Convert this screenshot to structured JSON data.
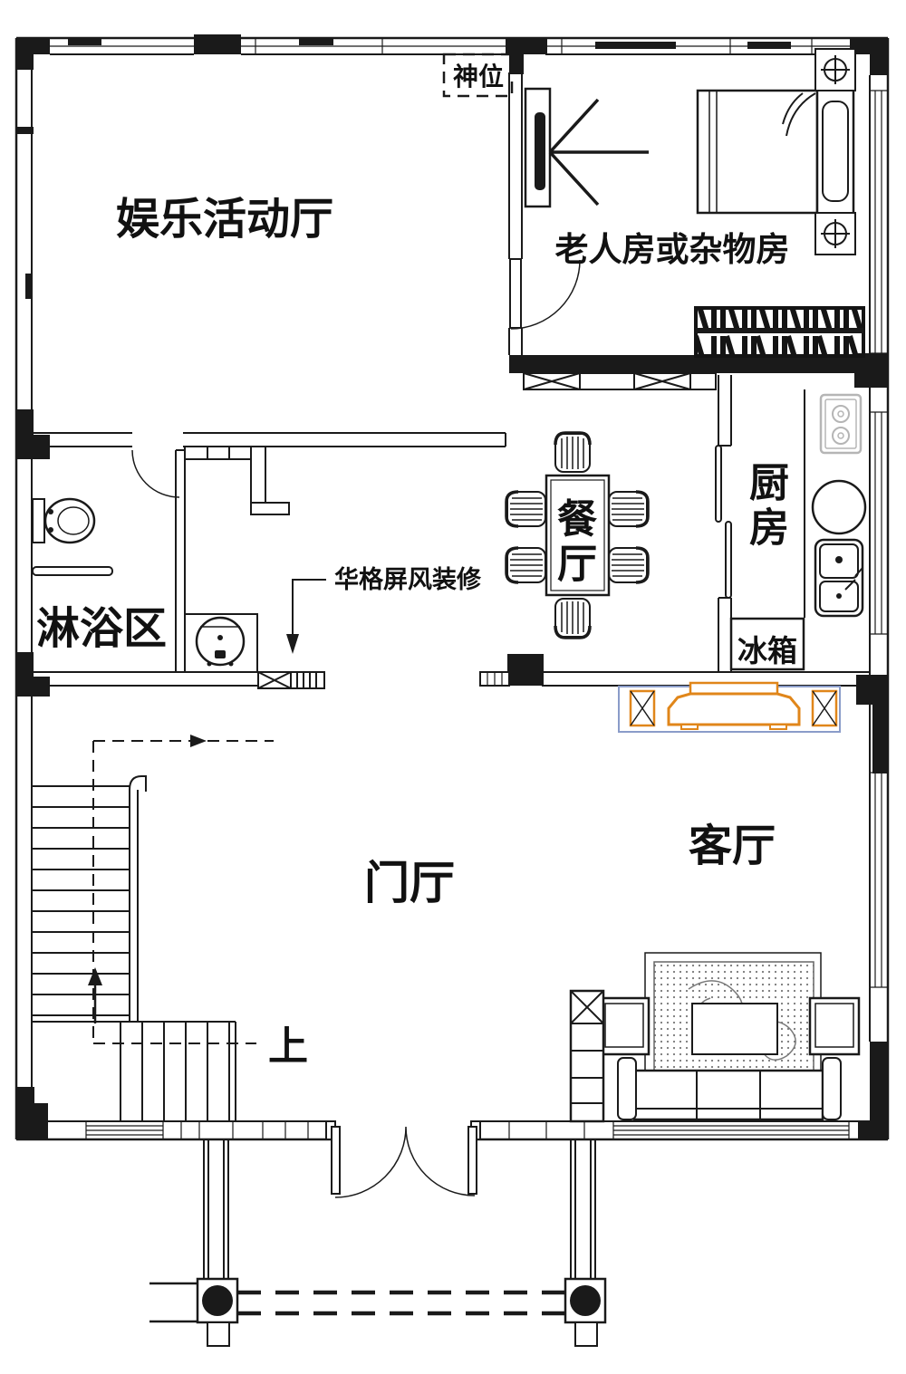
{
  "plan_labels": {
    "entertainment_hall": "娱乐活动厅",
    "elder_room": "老人房或杂物房",
    "shrine": "神位",
    "dining_room": "餐厅",
    "kitchen": "厨房",
    "fridge": "冰箱",
    "shower_area": "淋浴区",
    "screen_note": "华格屏风装修",
    "living_room": "客厅",
    "foyer": "门厅",
    "stairs_up": "上"
  },
  "colors": {
    "line": "#1a1a1a",
    "tv_accent": "#e0861a",
    "tv_outline": "#8a9cc9",
    "appliance_gray": "#b5b5b5",
    "carpet_dot": "#777777"
  }
}
